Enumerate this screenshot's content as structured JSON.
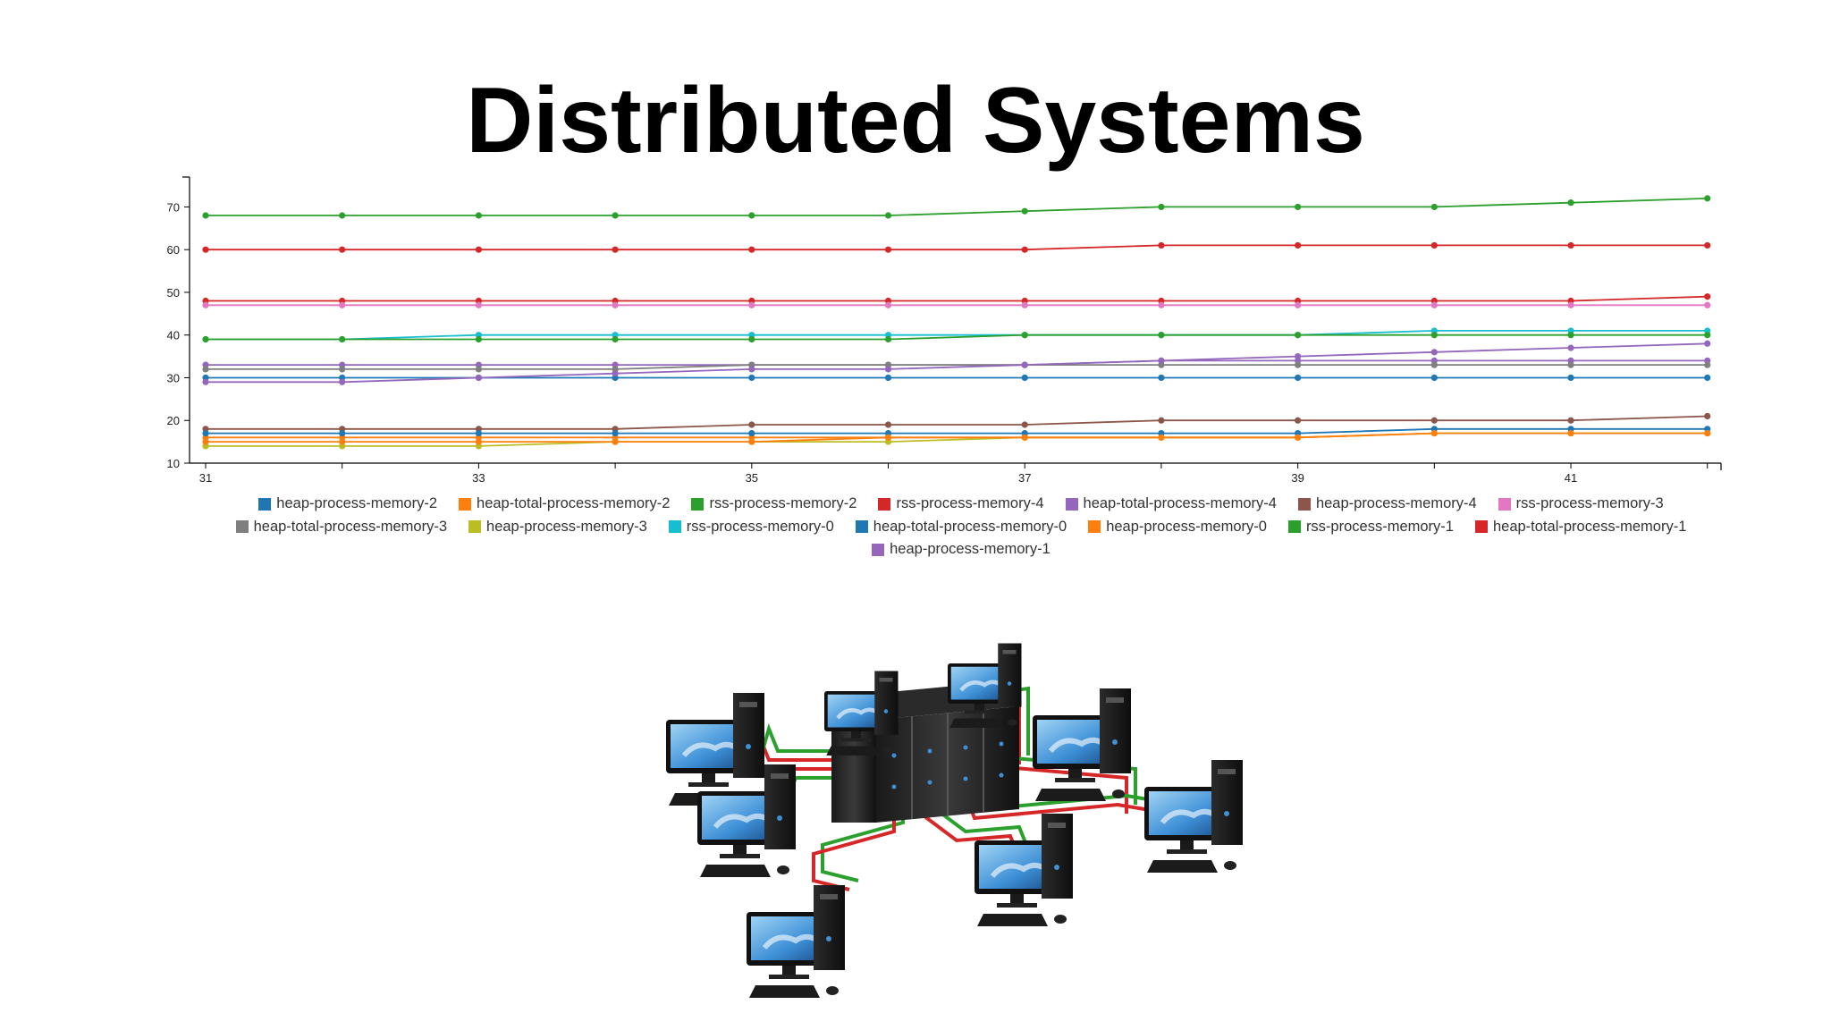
{
  "slide": {
    "title": "Distributed Systems"
  },
  "illustration": {
    "icon": "network-diagram-icon",
    "description_icons": [
      "server-rack-icon",
      "desktop-computer-icon",
      "network-cable-icon"
    ]
  },
  "chart_data": {
    "type": "line",
    "title": "",
    "xlabel": "",
    "ylabel": "",
    "xlim": [
      31,
      42.1
    ],
    "ylim": [
      10,
      77
    ],
    "x_ticks": [
      31,
      33,
      35,
      37,
      39,
      41
    ],
    "y_ticks": [
      10,
      20,
      30,
      40,
      50,
      60,
      70
    ],
    "grid": false,
    "legend_position": "bottom",
    "x": [
      31,
      32,
      33,
      34,
      35,
      36,
      37,
      38,
      39,
      40,
      41,
      42
    ],
    "series": [
      {
        "name": "heap-process-memory-2",
        "color": "#1f77b4",
        "values": [
          30,
          30,
          30,
          30,
          30,
          30,
          30,
          30,
          30,
          30,
          30,
          30
        ]
      },
      {
        "name": "heap-total-process-memory-2",
        "color": "#ff7f0e",
        "values": [
          16,
          16,
          16,
          16,
          16,
          16,
          16,
          16,
          16,
          17,
          17,
          17
        ]
      },
      {
        "name": "rss-process-memory-2",
        "color": "#2ca02c",
        "values": [
          68,
          68,
          68,
          68,
          68,
          68,
          69,
          70,
          70,
          70,
          71,
          72
        ]
      },
      {
        "name": "rss-process-memory-4",
        "color": "#d62728",
        "values": [
          48,
          48,
          48,
          48,
          48,
          48,
          48,
          48,
          48,
          48,
          48,
          49
        ]
      },
      {
        "name": "heap-total-process-memory-4",
        "color": "#9467bd",
        "values": [
          33,
          33,
          33,
          33,
          33,
          33,
          33,
          34,
          34,
          34,
          34,
          34
        ]
      },
      {
        "name": "heap-process-memory-4",
        "color": "#8c564b",
        "values": [
          18,
          18,
          18,
          18,
          19,
          19,
          19,
          20,
          20,
          20,
          20,
          21
        ]
      },
      {
        "name": "rss-process-memory-3",
        "color": "#e377c2",
        "values": [
          47,
          47,
          47,
          47,
          47,
          47,
          47,
          47,
          47,
          47,
          47,
          47
        ]
      },
      {
        "name": "heap-total-process-memory-3",
        "color": "#7f7f7f",
        "values": [
          32,
          32,
          32,
          32,
          33,
          33,
          33,
          33,
          33,
          33,
          33,
          33
        ]
      },
      {
        "name": "heap-process-memory-3",
        "color": "#bcbd22",
        "values": [
          14,
          14,
          14,
          15,
          15,
          15,
          16,
          16,
          16,
          17,
          17,
          17
        ]
      },
      {
        "name": "rss-process-memory-0",
        "color": "#17becf",
        "values": [
          39,
          39,
          40,
          40,
          40,
          40,
          40,
          40,
          40,
          41,
          41,
          41
        ]
      },
      {
        "name": "heap-total-process-memory-0",
        "color": "#1f77b4",
        "values": [
          17,
          17,
          17,
          17,
          17,
          17,
          17,
          17,
          17,
          18,
          18,
          18
        ]
      },
      {
        "name": "heap-process-memory-0",
        "color": "#ff7f0e",
        "values": [
          15,
          15,
          15,
          15,
          15,
          16,
          16,
          16,
          16,
          17,
          17,
          17
        ]
      },
      {
        "name": "rss-process-memory-1",
        "color": "#2ca02c",
        "values": [
          39,
          39,
          39,
          39,
          39,
          39,
          40,
          40,
          40,
          40,
          40,
          40
        ]
      },
      {
        "name": "heap-total-process-memory-1",
        "color": "#d62728",
        "values": [
          60,
          60,
          60,
          60,
          60,
          60,
          60,
          61,
          61,
          61,
          61,
          61
        ]
      },
      {
        "name": "heap-process-memory-1",
        "color": "#9467bd",
        "values": [
          29,
          29,
          30,
          31,
          32,
          32,
          33,
          34,
          35,
          36,
          37,
          38
        ]
      }
    ]
  }
}
